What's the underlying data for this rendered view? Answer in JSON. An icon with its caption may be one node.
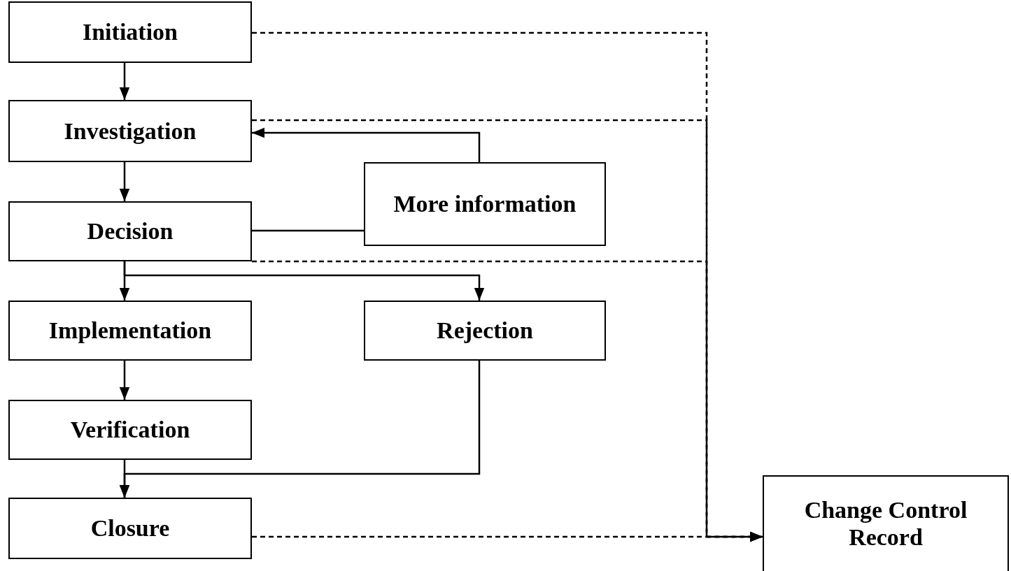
{
  "diagram": {
    "nodes": [
      {
        "text": [
          "Initiation"
        ]
      },
      {
        "text": [
          "Investigation"
        ]
      },
      {
        "text": [
          "Decision"
        ]
      },
      {
        "text": [
          "More information"
        ]
      },
      {
        "text": [
          "Implementation"
        ]
      },
      {
        "text": [
          "Rejection"
        ]
      },
      {
        "text": [
          "Verification"
        ]
      },
      {
        "text": [
          "Closure"
        ]
      },
      {
        "text": [
          "Change Control Record"
        ]
      }
    ],
    "edges": [
      {
        "from": 0,
        "to": 1,
        "arrow": "to"
      },
      {
        "from": 1,
        "to": 2,
        "arrow": "to"
      },
      {
        "from": 2,
        "to": 4,
        "arrow": "to"
      },
      {
        "from": 2,
        "to": 5,
        "arrow": "to"
      },
      {
        "from": 3,
        "to": 1,
        "arrow": "to"
      },
      {
        "from": 2,
        "to": 3,
        "arrow": "none"
      },
      {
        "from": 4,
        "to": 6,
        "arrow": "to"
      },
      {
        "from": 6,
        "to": 7,
        "arrow": "to"
      },
      {
        "from": 5,
        "to": 7,
        "arrow": "to"
      },
      {
        "from": 0,
        "to": 8,
        "arrow": "to",
        "style": "dashed"
      },
      {
        "from": 1,
        "to": 8,
        "arrow": "to",
        "style": "dashed"
      },
      {
        "from": 2,
        "to": 8,
        "arrow": "to",
        "style": "dashed"
      },
      {
        "from": 7,
        "to": 8,
        "arrow": "to",
        "style": "dashed"
      }
    ]
  }
}
